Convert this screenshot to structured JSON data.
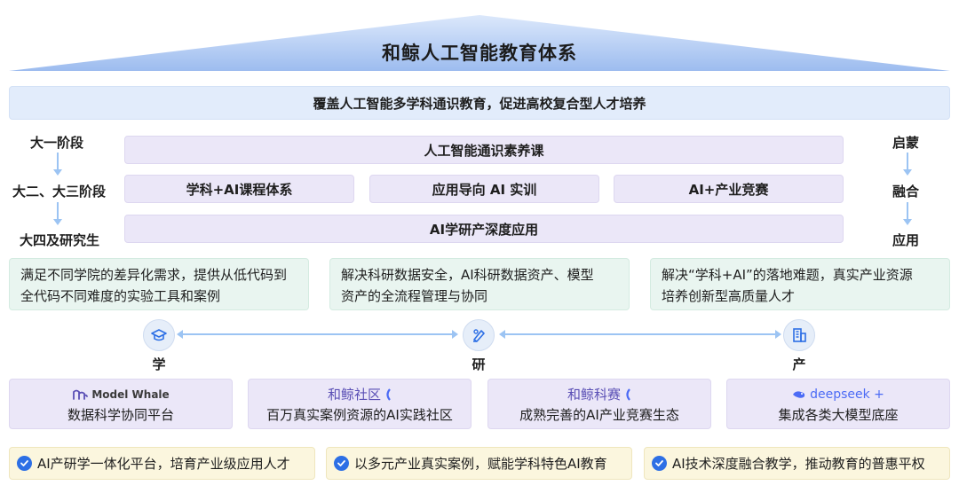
{
  "title": "和鲸人工智能教育体系",
  "banner": "覆盖人工智能多学科通识教育，促进高校复合型人才培养",
  "stages_left": [
    "大一阶段",
    "大二、大三阶段",
    "大四及研究生"
  ],
  "stages_right": [
    "启蒙",
    "融合",
    "应用"
  ],
  "programs": {
    "row1": "人工智能通识素养课",
    "row2": [
      "学科+AI课程体系",
      "应用导向 AI 实训",
      "AI+产业竞赛"
    ],
    "row3": "AI学研产深度应用"
  },
  "problems": [
    {
      "line1": "满足不同学院的差异化需求，提供从低代码到",
      "line2": "全代码不同难度的实验工具和案例"
    },
    {
      "line1": "解决科研数据安全，AI科研数据资产、模型",
      "line2": "资产的全流程管理与协同"
    },
    {
      "line1": "解决“学科+AI”的落地难题，真实产业资源",
      "line2": "培养创新型高质量人才"
    }
  ],
  "pillars": [
    {
      "label": "学",
      "icon": "graduation-cap-icon"
    },
    {
      "label": "研",
      "icon": "research-pen-icon"
    },
    {
      "label": "产",
      "icon": "building-icon"
    }
  ],
  "platforms": [
    {
      "brand": "Model Whale",
      "desc": "数据科学协同平台"
    },
    {
      "brand": "和鲸社区",
      "desc": "百万真实案例资源的AI实践社区"
    },
    {
      "brand": "和鲸科赛",
      "desc": "成熟完善的AI产业竞赛生态"
    },
    {
      "brand": "deepseek +",
      "desc": "集成各类大模型底座"
    }
  ],
  "benefits": [
    "AI产研学一体化平台，培育产业级应用人才",
    "以多元产业真实案例，赋能学科特色AI教育",
    "AI技术深度融合教学，推动教育的普惠平权"
  ],
  "colors": {
    "roof": "#9dbcef",
    "banner": "#e2ecfb",
    "program": "#ebe7f8",
    "problem": "#e9f5f0",
    "benefit": "#fbf6de",
    "check": "#2d6fe5",
    "arrow": "#9cc4f3"
  }
}
